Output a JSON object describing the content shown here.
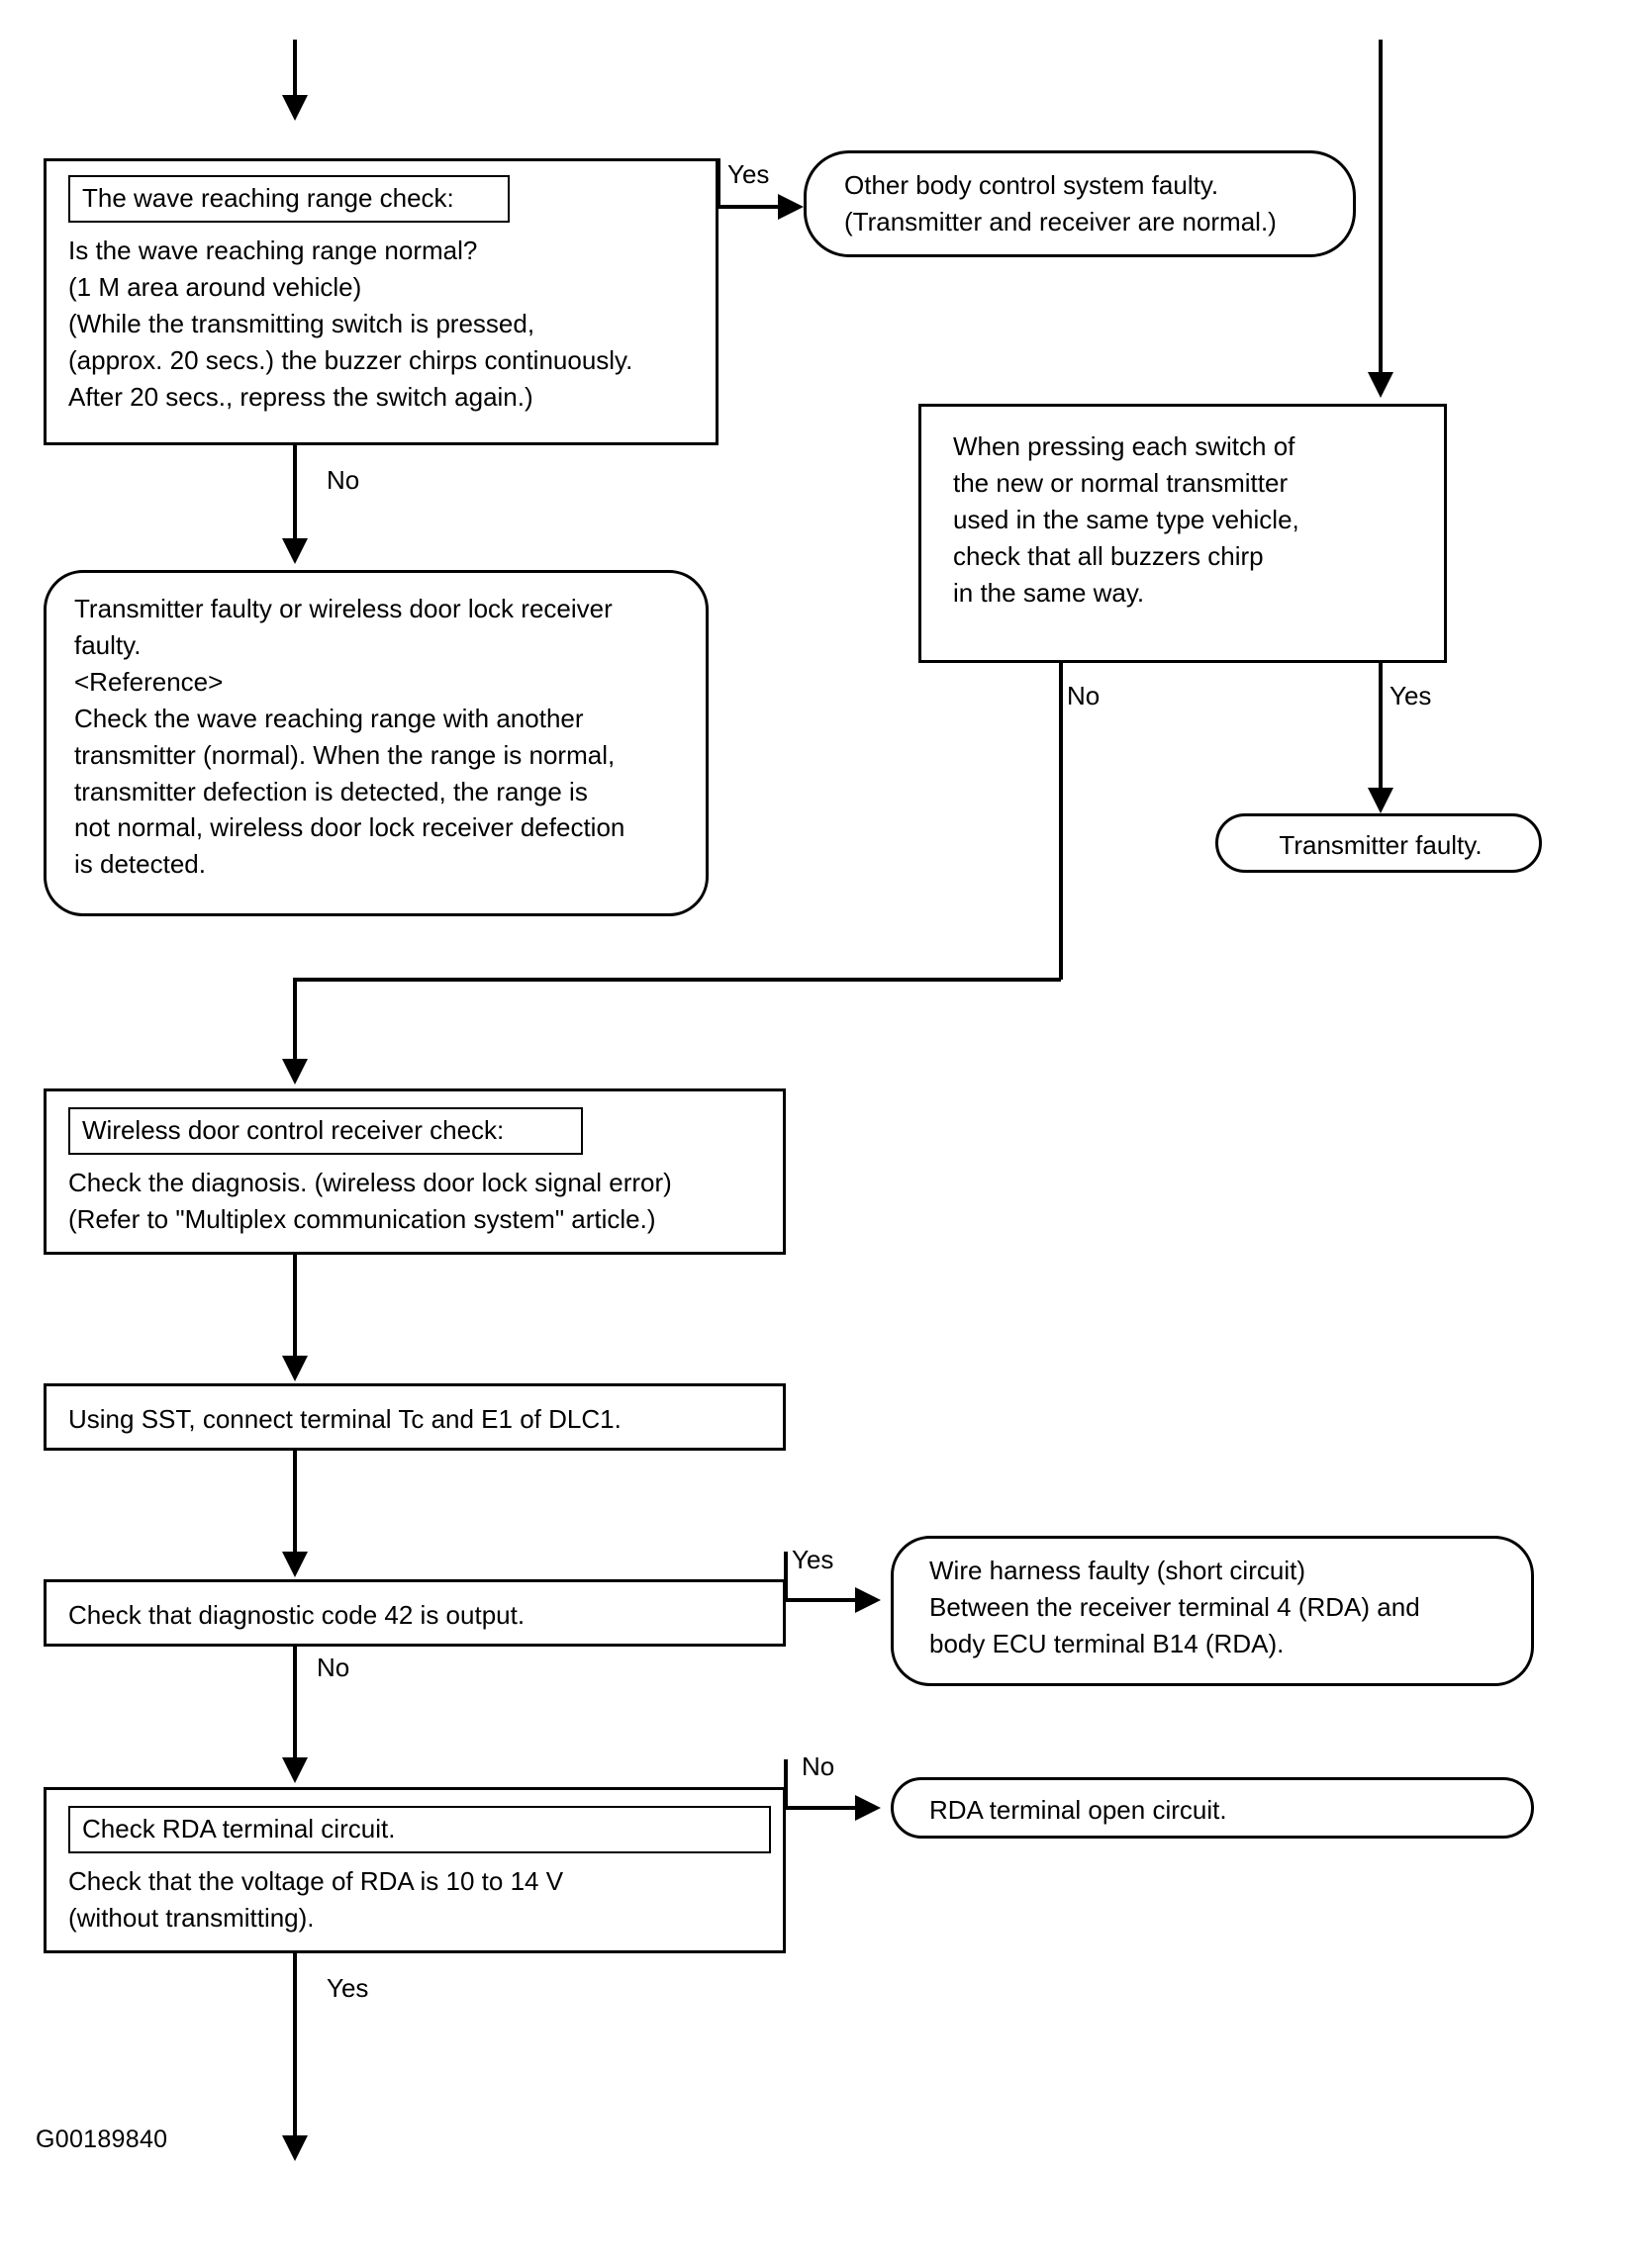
{
  "diagram": {
    "footer_code": "G00189840",
    "branch_labels": {
      "yes": "Yes",
      "no": "No"
    }
  },
  "nodes": {
    "wave_check": {
      "title": "The wave reaching range check:",
      "lines": [
        "Is the wave reaching range normal?",
        "(1 M area around vehicle)",
        "(While the transmitting switch is pressed,",
        "(approx. 20 secs.) the buzzer chirps continuously.",
        "After 20 secs., repress the switch again.)"
      ]
    },
    "other_body_control": {
      "lines": [
        "Other body control system faulty.",
        "(Transmitter and receiver are normal.)"
      ]
    },
    "pressing_each_switch": {
      "lines": [
        "When pressing each switch of",
        "the new or normal transmitter",
        "used in the same type vehicle,",
        "check that all buzzers chirp",
        "in the same way."
      ]
    },
    "transmitter_faulty": {
      "lines": [
        "Transmitter faulty."
      ]
    },
    "transmitter_or_receiver_faulty": {
      "lines": [
        "Transmitter faulty or wireless door lock receiver",
        "faulty.",
        "<Reference>",
        "Check the wave reaching range with another",
        "transmitter (normal). When the range is normal,",
        "transmitter defection is detected, the range is",
        "not normal, wireless door lock receiver defection",
        "is detected."
      ]
    },
    "receiver_check": {
      "title": "Wireless door control receiver check:",
      "lines": [
        "Check the diagnosis. (wireless door lock signal error)",
        "(Refer to \"Multiplex communication system\" article.)"
      ]
    },
    "using_sst": {
      "lines": [
        "Using SST, connect terminal Tc and E1 of DLC1."
      ]
    },
    "check_code_42": {
      "lines": [
        "Check that diagnostic code 42 is output."
      ]
    },
    "wire_harness_faulty": {
      "lines": [
        "Wire harness faulty (short circuit)",
        "Between the receiver terminal 4 (RDA) and",
        "body ECU terminal B14 (RDA)."
      ]
    },
    "check_rda_circuit": {
      "title": "Check RDA terminal circuit.",
      "lines": [
        "Check that the voltage of RDA is 10 to 14 V",
        "(without transmitting)."
      ]
    },
    "rda_open_circuit": {
      "lines": [
        "RDA terminal open circuit."
      ]
    }
  },
  "branches": {
    "wave_check_yes": "Yes",
    "wave_check_no": "No",
    "buzzers_no": "No",
    "buzzers_yes": "Yes",
    "code42_yes": "Yes",
    "code42_no": "No",
    "rda_no": "No",
    "rda_yes": "Yes"
  }
}
